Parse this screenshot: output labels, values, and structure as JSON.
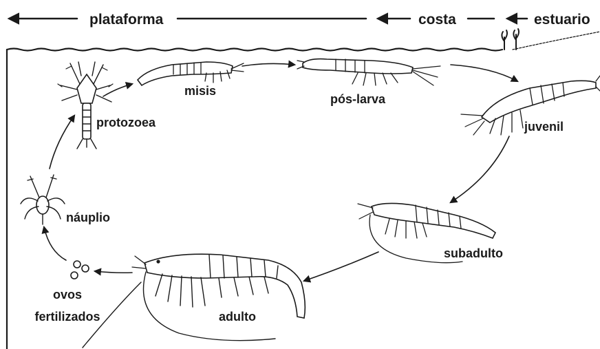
{
  "zones": {
    "platform": "plataforma",
    "coast": "costa",
    "estuary": "estuario"
  },
  "stages": {
    "nauplius": "náuplio",
    "protozoea": "protozoea",
    "mysis": "misis",
    "postlarva": "pós-larva",
    "juvenile": "juvenil",
    "subadult": "subadulto",
    "adult": "adulto",
    "eggs_line1": "ovos",
    "eggs_line2": "fertilizados"
  },
  "colors": {
    "ink": "#1a1a1a",
    "background": "#ffffff"
  }
}
